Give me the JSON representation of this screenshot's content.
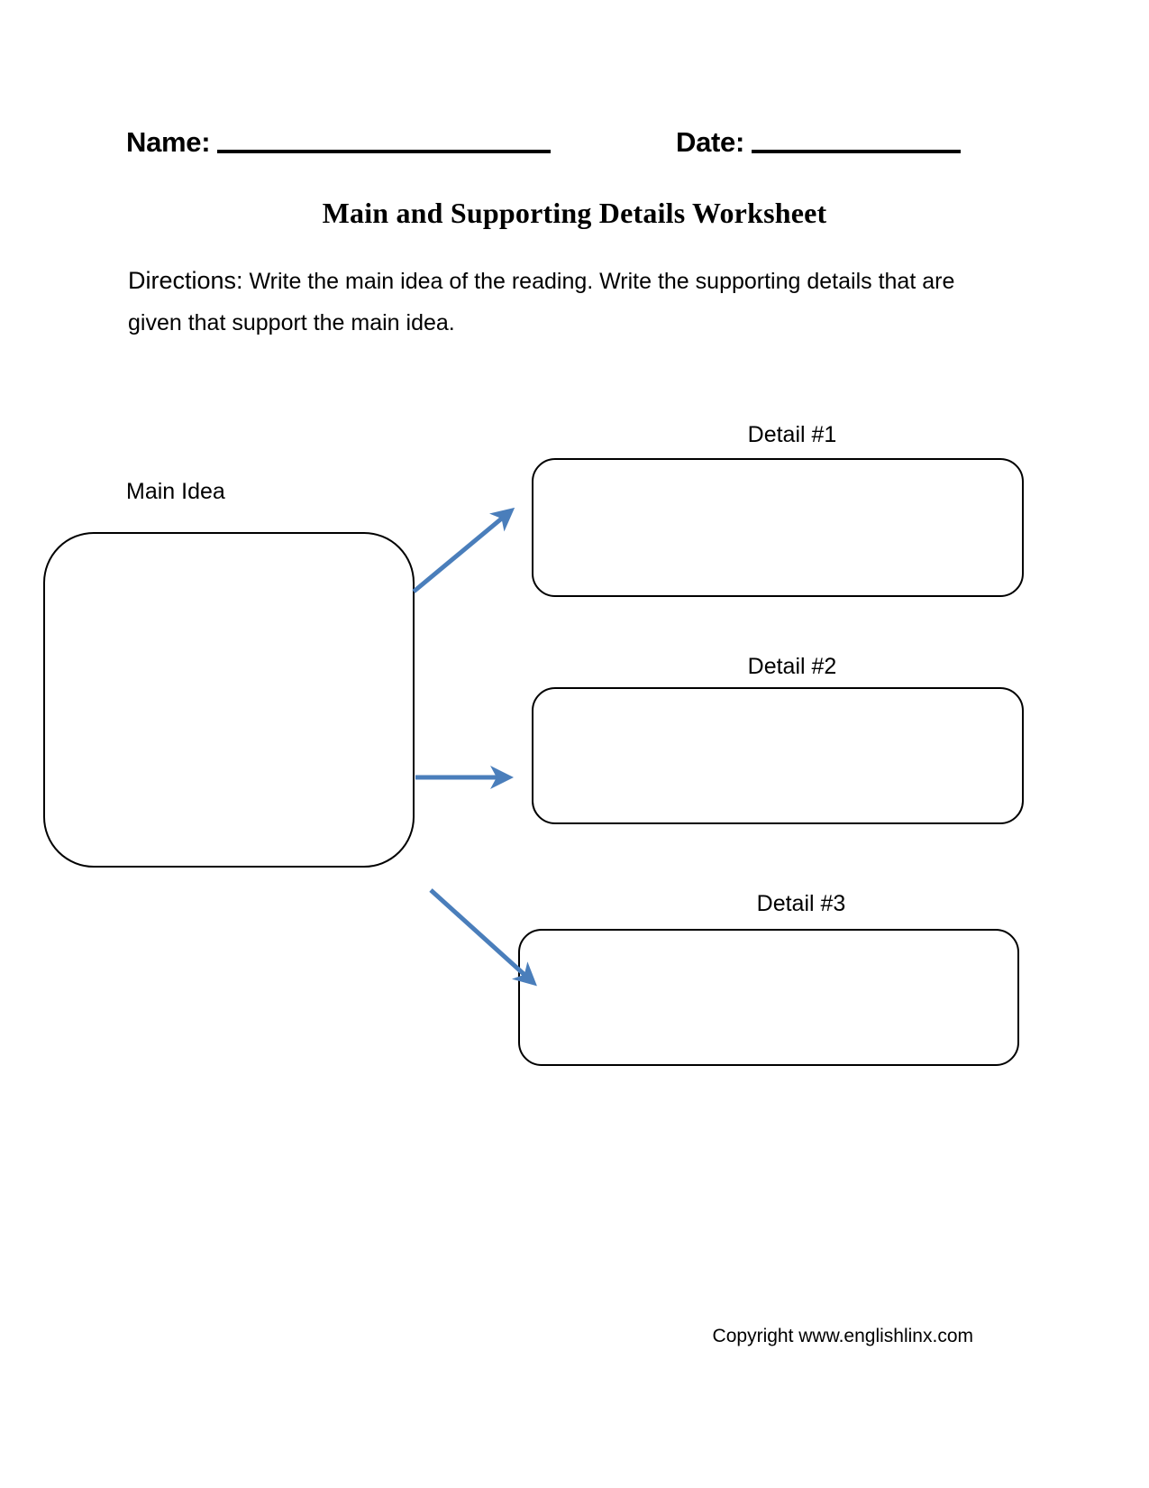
{
  "header": {
    "name_label": "Name:",
    "date_label": "Date:"
  },
  "title": "Main and Supporting Details Worksheet",
  "directions": {
    "lead": "Directions:",
    "text": " Write the main idea of the reading. Write the supporting details that are given that support the main idea."
  },
  "diagram": {
    "main_idea_label": "Main Idea",
    "details": [
      {
        "label": "Detail #1"
      },
      {
        "label": "Detail #2"
      },
      {
        "label": "Detail #3"
      }
    ],
    "arrow_color": "#4A7EBB",
    "box_border_color": "#000000"
  },
  "footer": {
    "copyright": "Copyright www.englishlinx.com"
  }
}
